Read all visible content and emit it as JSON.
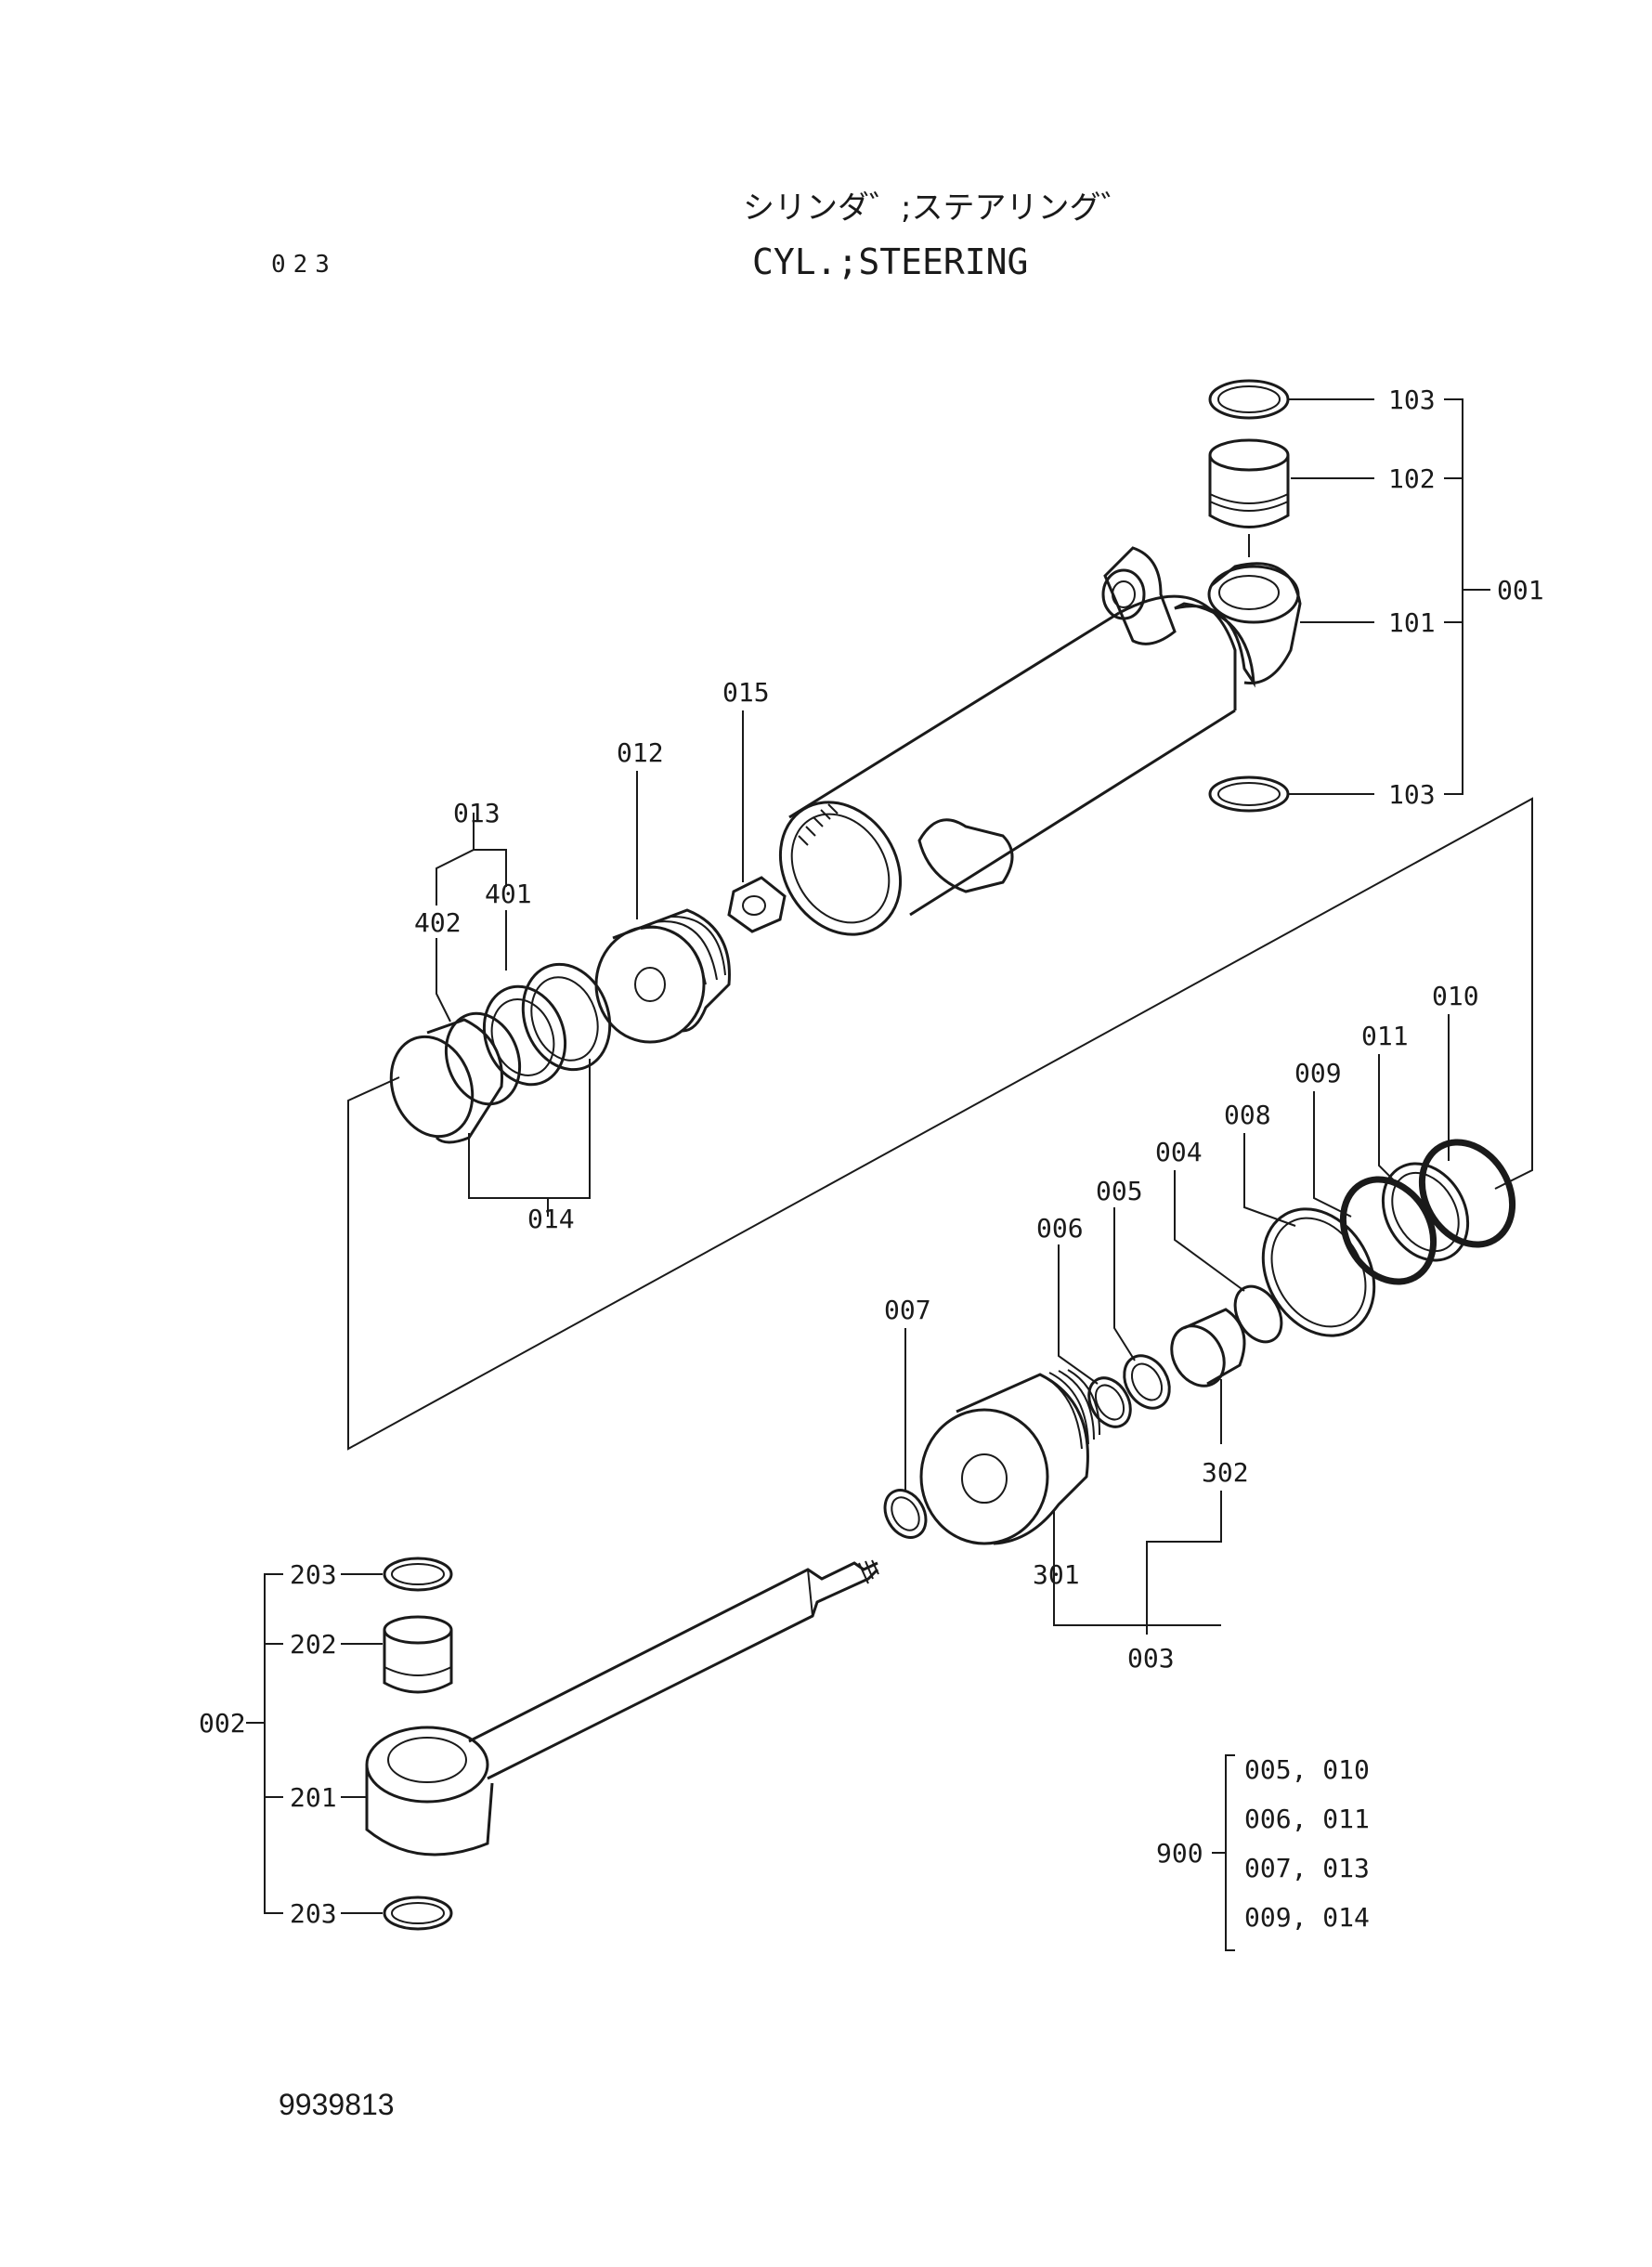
{
  "header": {
    "title_jp": "シリンダ゛;ステアリング゛",
    "title_en": "CYL.;STEERING",
    "page_number": "023"
  },
  "footer": {
    "document_number": "9939813"
  },
  "callouts": {
    "c103a": "103",
    "c102": "102",
    "c101": "101",
    "c103b": "103",
    "c001": "001",
    "c015": "015",
    "c012": "012",
    "c013": "013",
    "c401": "401",
    "c402": "402",
    "c014": "014",
    "c010": "010",
    "c011": "011",
    "c009": "009",
    "c008": "008",
    "c004": "004",
    "c005": "005",
    "c006": "006",
    "c007": "007",
    "c302": "302",
    "c301": "301",
    "c003": "003",
    "c203a": "203",
    "c202": "202",
    "c002": "002",
    "c201": "201",
    "c203b": "203"
  },
  "seal_kit": {
    "code": "900",
    "rows": [
      "005, 010",
      "006, 011",
      "007, 013",
      "009, 014"
    ]
  }
}
